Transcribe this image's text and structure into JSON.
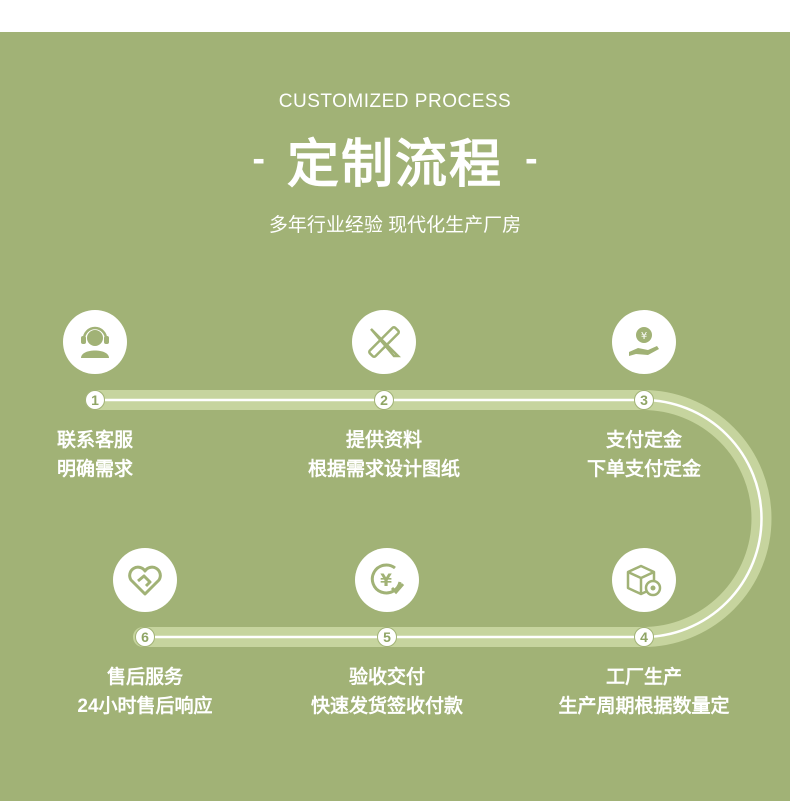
{
  "header": {
    "subtitle_en": "CUSTOMIZED PROCESS",
    "title": "定制流程",
    "dash_left": "-",
    "dash_right": "-",
    "tagline": "多年行业经验 现代化生产厂房"
  },
  "colors": {
    "background": "#a1b276",
    "track": "#c6d49e",
    "text": "#ffffff"
  },
  "steps": [
    {
      "number": "1",
      "line1": "联系客服",
      "line2": "明确需求",
      "icon": "customer-service-icon"
    },
    {
      "number": "2",
      "line1": "提供资料",
      "line2": "根据需求设计图纸",
      "icon": "design-tools-icon"
    },
    {
      "number": "3",
      "line1": "支付定金",
      "line2": "下单支付定金",
      "icon": "payment-hand-icon"
    },
    {
      "number": "4",
      "line1": "工厂生产",
      "line2": "生产周期根据数量定",
      "icon": "factory-box-gear-icon"
    },
    {
      "number": "5",
      "line1": "验收交付",
      "line2": "快速发货签收付款",
      "icon": "yuan-check-icon"
    },
    {
      "number": "6",
      "line1": "售后服务",
      "line2": "24小时售后响应",
      "icon": "heart-handshake-icon"
    }
  ]
}
